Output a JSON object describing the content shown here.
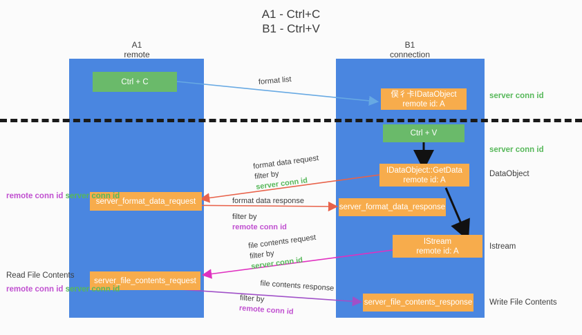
{
  "title": {
    "line1": "A1 - Ctrl+C",
    "line2": "B1 - Ctrl+V"
  },
  "lanes": [
    {
      "name": "A1",
      "sub": "remote"
    },
    {
      "name": "B1",
      "sub": "connection"
    }
  ],
  "boxes": {
    "ctrl_c": {
      "label": "Ctrl + C",
      "color": "#6aba6a"
    },
    "ctrl_v": {
      "label": "Ctrl + V",
      "color": "#6aba6a"
    },
    "idataobject": {
      "line1": "俣彳卡IDataObject",
      "line2": "remote id: A",
      "color": "#f7ac4c"
    },
    "getdata": {
      "line1": "IDataObject::GetData",
      "line2": "remote id: A",
      "color": "#f7ac4c"
    },
    "istream": {
      "line1": "IStream",
      "line2": "remote id: A",
      "color": "#f7ac4c"
    },
    "format_data_request": {
      "label": "server_format_data_request",
      "color": "#f7ac4c"
    },
    "format_data_response": {
      "label": "server_format_data_response",
      "color": "#f7ac4c"
    },
    "file_contents_request": {
      "label": "server_file_contents_request",
      "color": "#f7ac4c"
    },
    "file_contents_response": {
      "label": "server_file_contents_response",
      "color": "#f7ac4c"
    }
  },
  "side_labels": {
    "server_conn_id_top": "server conn id",
    "server_conn_id_mid": "server conn id",
    "dataobject": "DataObject",
    "istream": "Istream",
    "write_file_contents": "Write File Contents",
    "read_file_contents": "Read File Contents",
    "remote_conn_id": "remote conn id",
    "server_conn_id": "server conn id"
  },
  "edges": {
    "format_list": "format list",
    "format_data_request": {
      "line1": "format data request",
      "filter_prefix": "filter by ",
      "filter_value": "server conn id"
    },
    "format_data_response": {
      "line1": "format data response",
      "filter_prefix": "filter by ",
      "filter_value": "remote conn id"
    },
    "file_contents_request": {
      "line1": "file contents request",
      "filter_prefix": "filter by ",
      "filter_value": "server conn id"
    },
    "file_contents_response": {
      "line1": "file contents response",
      "filter_prefix": "filter by ",
      "filter_value": "remote conn id"
    }
  },
  "colors": {
    "lane": "#4a86e0",
    "green_box": "#6aba6a",
    "orange_box": "#f7ac4c",
    "green_text": "#57b85a",
    "purple_text": "#c050d0",
    "arrow_blue": "#67a9e3",
    "arrow_red": "#e8624a",
    "arrow_magenta": "#e030c0",
    "arrow_purple": "#a050c8",
    "arrow_black": "#111111"
  }
}
